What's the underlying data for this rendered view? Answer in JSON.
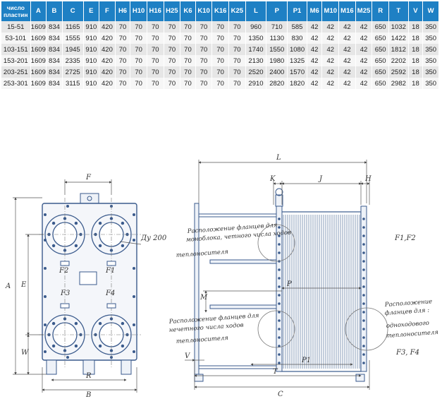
{
  "table": {
    "headers": [
      "число пластин",
      "A",
      "B",
      "C",
      "E",
      "F",
      "H6",
      "H10",
      "H16",
      "H25",
      "K6",
      "K10",
      "K16",
      "K25",
      "L",
      "P",
      "P1",
      "M6",
      "M10",
      "M16",
      "M25",
      "R",
      "T",
      "V",
      "W"
    ],
    "rows": [
      [
        "15-51",
        "1609",
        "834",
        "1165",
        "910",
        "420",
        "70",
        "70",
        "70",
        "70",
        "70",
        "70",
        "70",
        "70",
        "960",
        "710",
        "585",
        "42",
        "42",
        "42",
        "42",
        "650",
        "1032",
        "18",
        "350"
      ],
      [
        "53-101",
        "1609",
        "834",
        "1555",
        "910",
        "420",
        "70",
        "70",
        "70",
        "70",
        "70",
        "70",
        "70",
        "70",
        "1350",
        "1130",
        "830",
        "42",
        "42",
        "42",
        "42",
        "650",
        "1422",
        "18",
        "350"
      ],
      [
        "103-151",
        "1609",
        "834",
        "1945",
        "910",
        "420",
        "70",
        "70",
        "70",
        "70",
        "70",
        "70",
        "70",
        "70",
        "1740",
        "1550",
        "1080",
        "42",
        "42",
        "42",
        "42",
        "650",
        "1812",
        "18",
        "350"
      ],
      [
        "153-201",
        "1609",
        "834",
        "2335",
        "910",
        "420",
        "70",
        "70",
        "70",
        "70",
        "70",
        "70",
        "70",
        "70",
        "2130",
        "1980",
        "1325",
        "42",
        "42",
        "42",
        "42",
        "650",
        "2202",
        "18",
        "350"
      ],
      [
        "203-251",
        "1609",
        "834",
        "2725",
        "910",
        "420",
        "70",
        "70",
        "70",
        "70",
        "70",
        "70",
        "70",
        "70",
        "2520",
        "2400",
        "1570",
        "42",
        "42",
        "42",
        "42",
        "650",
        "2592",
        "18",
        "350"
      ],
      [
        "253-301",
        "1609",
        "834",
        "3115",
        "910",
        "420",
        "70",
        "70",
        "70",
        "70",
        "70",
        "70",
        "70",
        "70",
        "2910",
        "2820",
        "1820",
        "42",
        "42",
        "42",
        "42",
        "650",
        "2982",
        "18",
        "350"
      ]
    ]
  },
  "drawing": {
    "front_labels": {
      "F": "F",
      "A": "A",
      "E": "E",
      "W": "W",
      "R": "R",
      "B": "B",
      "F1": "F1",
      "F2": "F2",
      "F3": "F3",
      "F4": "F4",
      "dn": "Ду 200"
    },
    "side_labels": {
      "L": "L",
      "K": "K",
      "J": "J",
      "H": "H",
      "M": "M",
      "P": "P",
      "P1": "P1",
      "T": "T",
      "C": "C",
      "V": "V",
      "F1F2": "F1,F2",
      "F3F4": "F3, F4"
    },
    "notes": {
      "mono_line1": "Расположение фланцев для",
      "mono_line2": "моноблока, четного числа ходов",
      "mono_line3": "теплоносителя",
      "odd_line1": "Расположение фланцев для",
      "odd_line2": "нечетного числа ходов",
      "odd_line3": "теплоносителя",
      "single_line1": "Расположение",
      "single_line2": "фланцев для :",
      "single_line3": "одноходового",
      "single_line4": "теплоносителя"
    },
    "colors": {
      "header": "#1e80c4",
      "frame": "#3a5a8c",
      "line": "#555555"
    }
  }
}
